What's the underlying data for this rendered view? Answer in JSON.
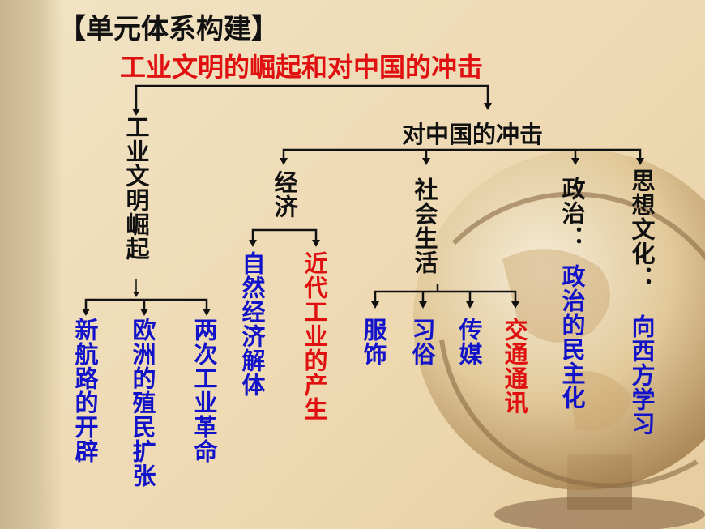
{
  "header": "【单元体系构建】",
  "title": "工业文明的崛起和对中国的冲击",
  "nodes": {
    "rise": "工业文明崛起",
    "impact": "对中国的冲击",
    "economy": "经济",
    "society": "社会生活",
    "politics": "政治：",
    "thought": "思想文化："
  },
  "leaves": {
    "new_route": "新航路的开辟",
    "colonial": "欧洲的殖民扩张",
    "industrial_rev": "两次工业革命",
    "natural_econ": "自然经济解体",
    "modern_industry": "近代工业的产生",
    "clothing": "服饰",
    "customs": "习俗",
    "media": "传媒",
    "transport": "交通通讯",
    "democratization": "政治的民主化",
    "learn_west": "向西方学习"
  },
  "colors": {
    "black": "#111111",
    "blue": "#1212c8",
    "red": "#e01010",
    "title_red": "#e01010"
  },
  "decor": [
    "globe-illustration",
    "antique-map-background"
  ]
}
